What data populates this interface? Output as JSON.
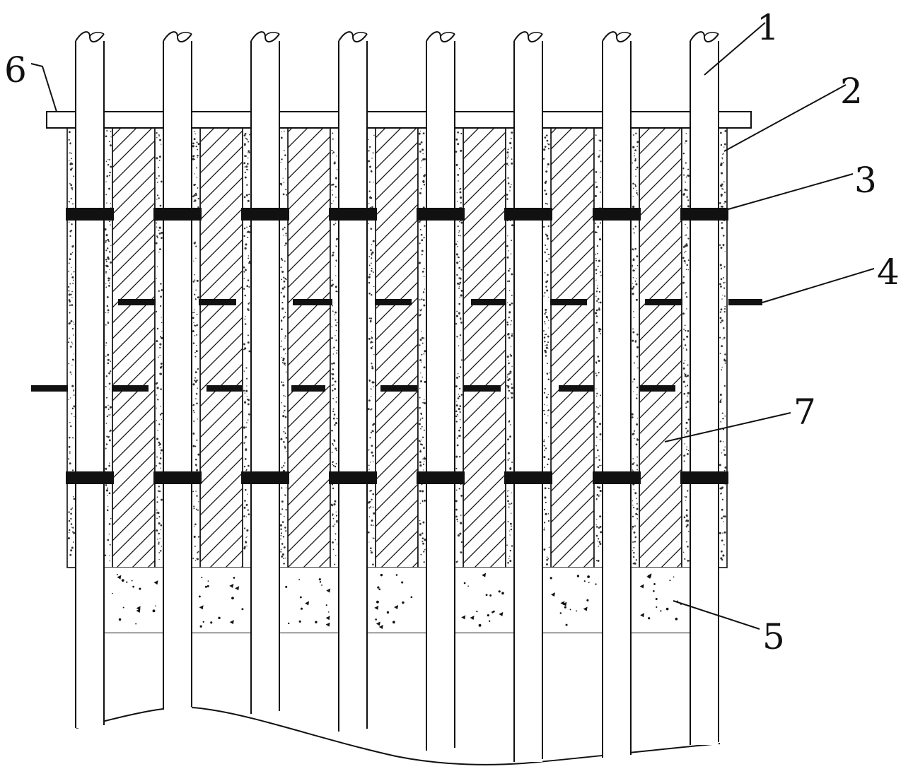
{
  "diagram": {
    "title": "",
    "colors": {
      "line": "#111111",
      "background": "#ffffff",
      "speckle": "#333333"
    },
    "callouts": [
      {
        "id": "1",
        "label": "1"
      },
      {
        "id": "2",
        "label": "2"
      },
      {
        "id": "3",
        "label": "3"
      },
      {
        "id": "4",
        "label": "4"
      },
      {
        "id": "5",
        "label": "5"
      },
      {
        "id": "6",
        "label": "6"
      },
      {
        "id": "7",
        "label": "7"
      }
    ]
  }
}
